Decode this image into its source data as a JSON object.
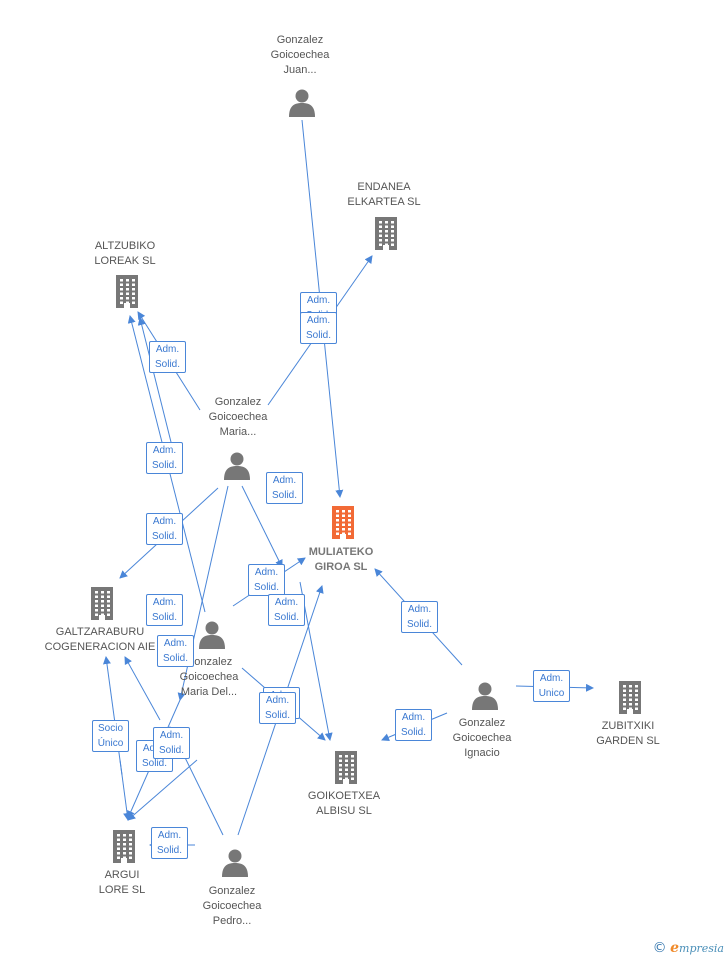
{
  "brand": {
    "copyright": "©",
    "initial": "e",
    "rest": "mpresia"
  },
  "colors": {
    "edge": "#4a86d8",
    "person": "#777777",
    "company": "#777777",
    "focus": "#f26a36"
  },
  "nodes": [
    {
      "id": "gonz-juan",
      "kind": "person",
      "lines": [
        "Gonzalez",
        "Goicoechea",
        "Juan..."
      ]
    },
    {
      "id": "endanea",
      "kind": "company",
      "lines": [
        "ENDANEA",
        "ELKARTEA SL"
      ]
    },
    {
      "id": "altzubiko",
      "kind": "company",
      "lines": [
        "ALTZUBIKO",
        "LOREAK SL"
      ]
    },
    {
      "id": "gonz-maria",
      "kind": "person",
      "lines": [
        "Gonzalez",
        "Goicoechea",
        "Maria..."
      ]
    },
    {
      "id": "muliateko",
      "kind": "focus",
      "lines": [
        "MULIATEKO",
        "GIROA SL"
      ]
    },
    {
      "id": "galtzaraburu",
      "kind": "company",
      "lines": [
        "GALTZARABURU",
        "COGENERACION AIE"
      ]
    },
    {
      "id": "gonz-mariadel",
      "kind": "person",
      "lines": [
        "Gonzalez",
        "Goicoechea",
        "Maria Del..."
      ]
    },
    {
      "id": "gonz-ignacio",
      "kind": "person",
      "lines": [
        "Gonzalez",
        "Goicoechea",
        "Ignacio"
      ]
    },
    {
      "id": "zubitxiki",
      "kind": "company",
      "lines": [
        "ZUBITXIKI",
        "GARDEN SL"
      ]
    },
    {
      "id": "goikoetxea",
      "kind": "company",
      "lines": [
        "GOIKOETXEA",
        "ALBISU SL"
      ]
    },
    {
      "id": "argui",
      "kind": "company",
      "lines": [
        "ARGUI",
        "LORE SL"
      ]
    },
    {
      "id": "gonz-pedro",
      "kind": "person",
      "lines": [
        "Gonzalez",
        "Goicoechea",
        "Pedro..."
      ]
    }
  ],
  "relations": [
    {
      "lines": [
        "Adm.",
        "Solid."
      ]
    },
    {
      "lines": [
        "Adm.",
        "Solid."
      ]
    },
    {
      "lines": [
        "Adm.",
        "Solid."
      ]
    },
    {
      "lines": [
        "Adm.",
        "Solid."
      ]
    },
    {
      "lines": [
        "Adm.",
        "Solid."
      ]
    },
    {
      "lines": [
        "Adm.",
        "Solid."
      ]
    },
    {
      "lines": [
        "Adm.",
        "Solid."
      ]
    },
    {
      "lines": [
        "Adm.",
        "Solid."
      ]
    },
    {
      "lines": [
        "Adm.",
        "Solid."
      ]
    },
    {
      "lines": [
        "Adm.",
        "Solid."
      ]
    },
    {
      "lines": [
        "Adm.",
        "Solid."
      ]
    },
    {
      "lines": [
        "Adm.",
        "Unico"
      ]
    },
    {
      "lines": [
        "Adm.",
        "Solid."
      ]
    },
    {
      "lines": [
        "Adm.",
        "Solid."
      ]
    },
    {
      "lines": [
        "Adm.",
        "Solid."
      ]
    },
    {
      "lines": [
        "Socio",
        "Único"
      ]
    },
    {
      "lines": [
        "Adm.",
        "Solid."
      ]
    },
    {
      "lines": [
        "Adm.",
        "Solid."
      ]
    },
    {
      "lines": [
        "Adm.",
        "Solid."
      ]
    }
  ]
}
